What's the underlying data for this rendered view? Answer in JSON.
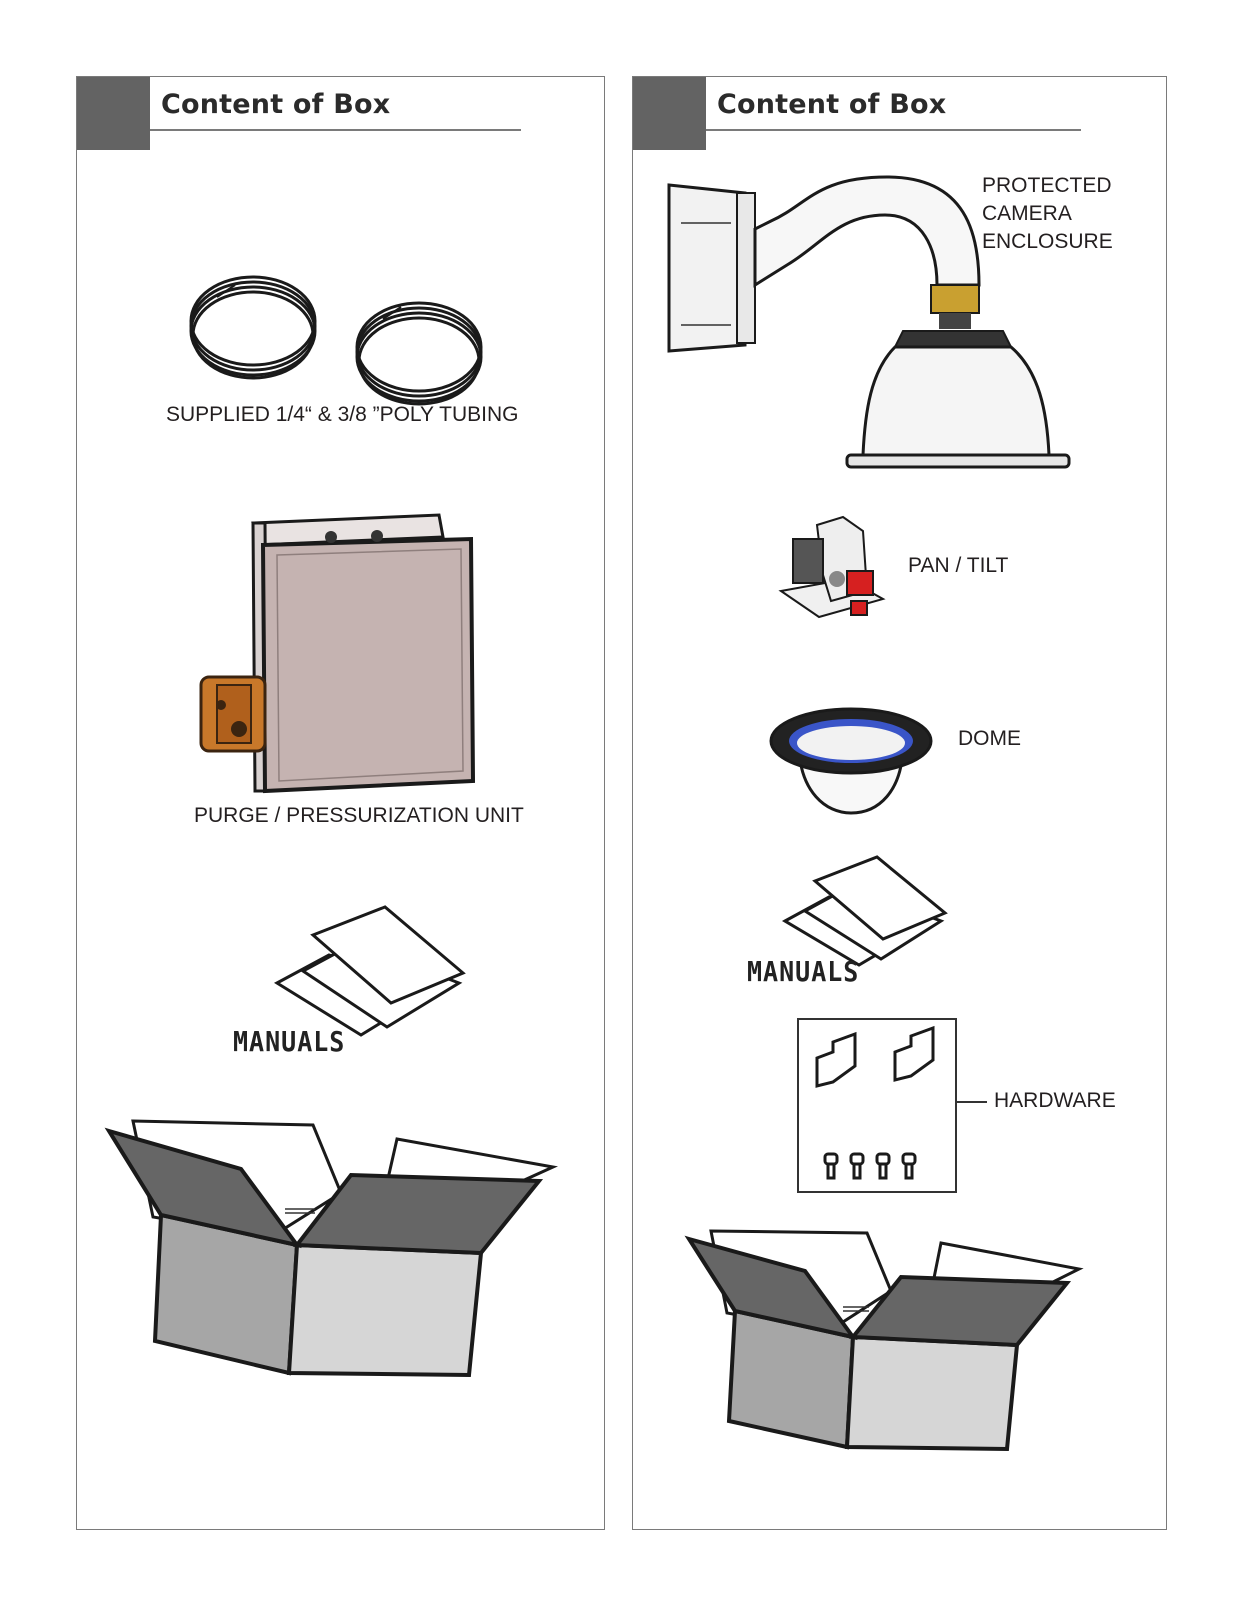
{
  "left_panel": {
    "header": {
      "title": "Content of Box"
    },
    "items": {
      "tubing_label": "SUPPLIED 1/4“ & 3/8 ”POLY TUBING",
      "purge_label": "PURGE / PRESSURIZATION UNIT",
      "manuals_label": "MANUALS"
    }
  },
  "right_panel": {
    "header": {
      "title": "Content of Box"
    },
    "items": {
      "enclosure_label": [
        "PROTECTED",
        "CAMERA",
        "ENCLOSURE"
      ],
      "pantilt_label": "PAN / TILT",
      "dome_label": "DOME",
      "manuals_label": "MANUALS",
      "hardware_label": "HARDWARE"
    }
  },
  "colors": {
    "header_block": "#636363",
    "purge_panel": "#c5b3b1",
    "purge_fitting": "#c8782a",
    "pan_tilt_motor": "#d62020",
    "dome_ring_blue": "#3a55c8",
    "enclosure_brass": "#c9a030",
    "box_flap_dark": "#666666",
    "box_side_mid": "#a6a6a6",
    "box_side_light": "#d6d6d6"
  }
}
